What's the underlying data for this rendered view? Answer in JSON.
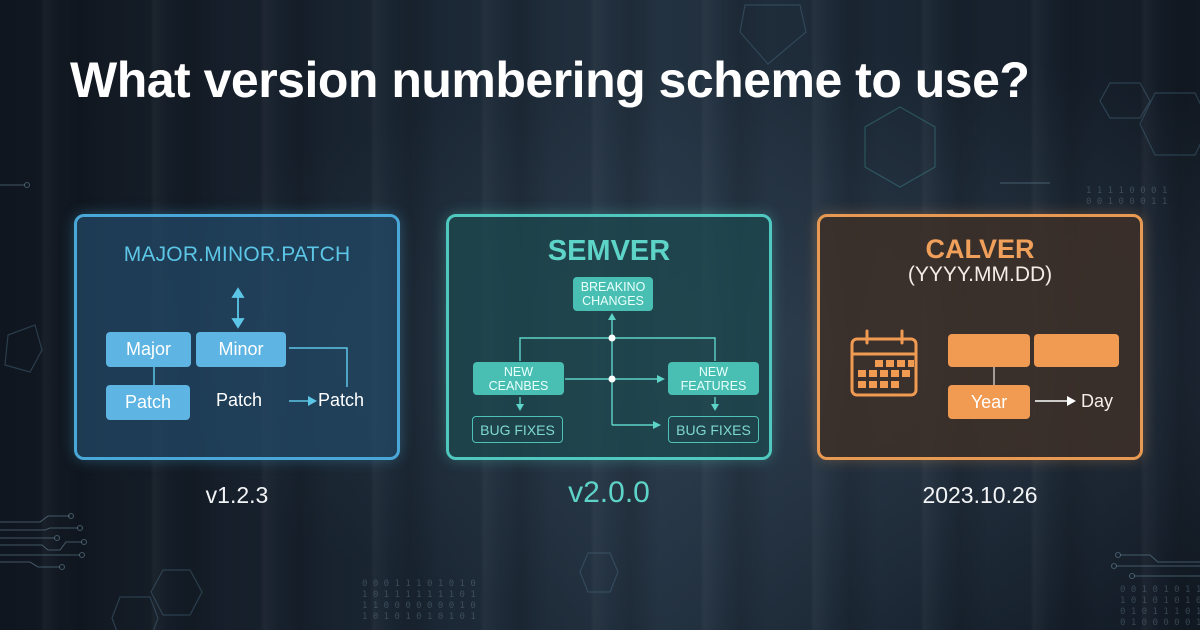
{
  "title": "What version numbering scheme to use?",
  "colors": {
    "blue_accent": "#4aa8d8",
    "teal_accent": "#4fc9c0",
    "orange_accent": "#e99a52",
    "background": "#131c27"
  },
  "cards": {
    "semantic": {
      "heading": "MAJOR.MINOR.PATCH",
      "boxes": [
        "Major",
        "Minor",
        "Patch"
      ],
      "plain_label": "Patch",
      "arrow_target": "Patch",
      "icon": "double-arrow-vertical-icon",
      "version": "v1.2.3"
    },
    "semver": {
      "heading": "SEMVER",
      "breaking_line1": "BREAKINO",
      "breaking_line2": "CHANGES",
      "left_box_line1": "NEW",
      "left_box_line2": "CEANBES",
      "right_box_line1": "NEW",
      "right_box_line2": "FEATURES",
      "bug_fixes_left": "BUG FIXES",
      "bug_fixes_right": "BUG FIXES",
      "version": "v2.0.0"
    },
    "calver": {
      "heading": "CALVER",
      "format": "(YYYY.MM.DD)",
      "year_label": "Year",
      "day_label": "Day",
      "icon": "calendar-icon",
      "version": "2023.10.26"
    }
  }
}
